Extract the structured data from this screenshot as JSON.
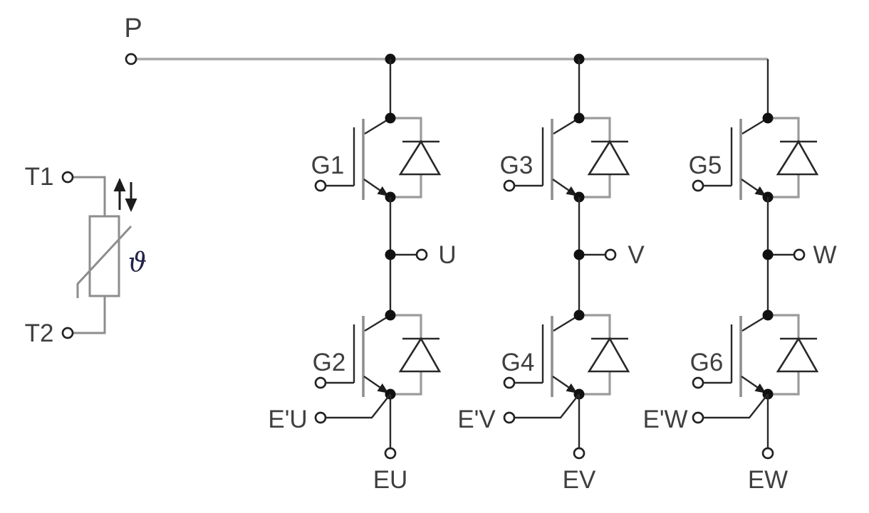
{
  "colors": {
    "background": "#ffffff",
    "rail_gray": "#a8a8a8",
    "wire_gray": "#9b9b9b",
    "wire_dark": "#282828",
    "label_gray": "#3f3f3f",
    "theta_blue": "#23234a"
  },
  "terminals": {
    "dc_plus": "P",
    "thermistor_top": "T1",
    "thermistor_bottom": "T2",
    "theta_symbol": "ϑ"
  },
  "legs": [
    {
      "phase": "U",
      "gate_top": "G1",
      "gate_bottom": "G2",
      "aux_emitter": "E'U",
      "emitter": "EU"
    },
    {
      "phase": "V",
      "gate_top": "G3",
      "gate_bottom": "G4",
      "aux_emitter": "E'V",
      "emitter": "EV"
    },
    {
      "phase": "W",
      "gate_top": "G5",
      "gate_bottom": "G6",
      "aux_emitter": "E'W",
      "emitter": "EW"
    }
  ]
}
